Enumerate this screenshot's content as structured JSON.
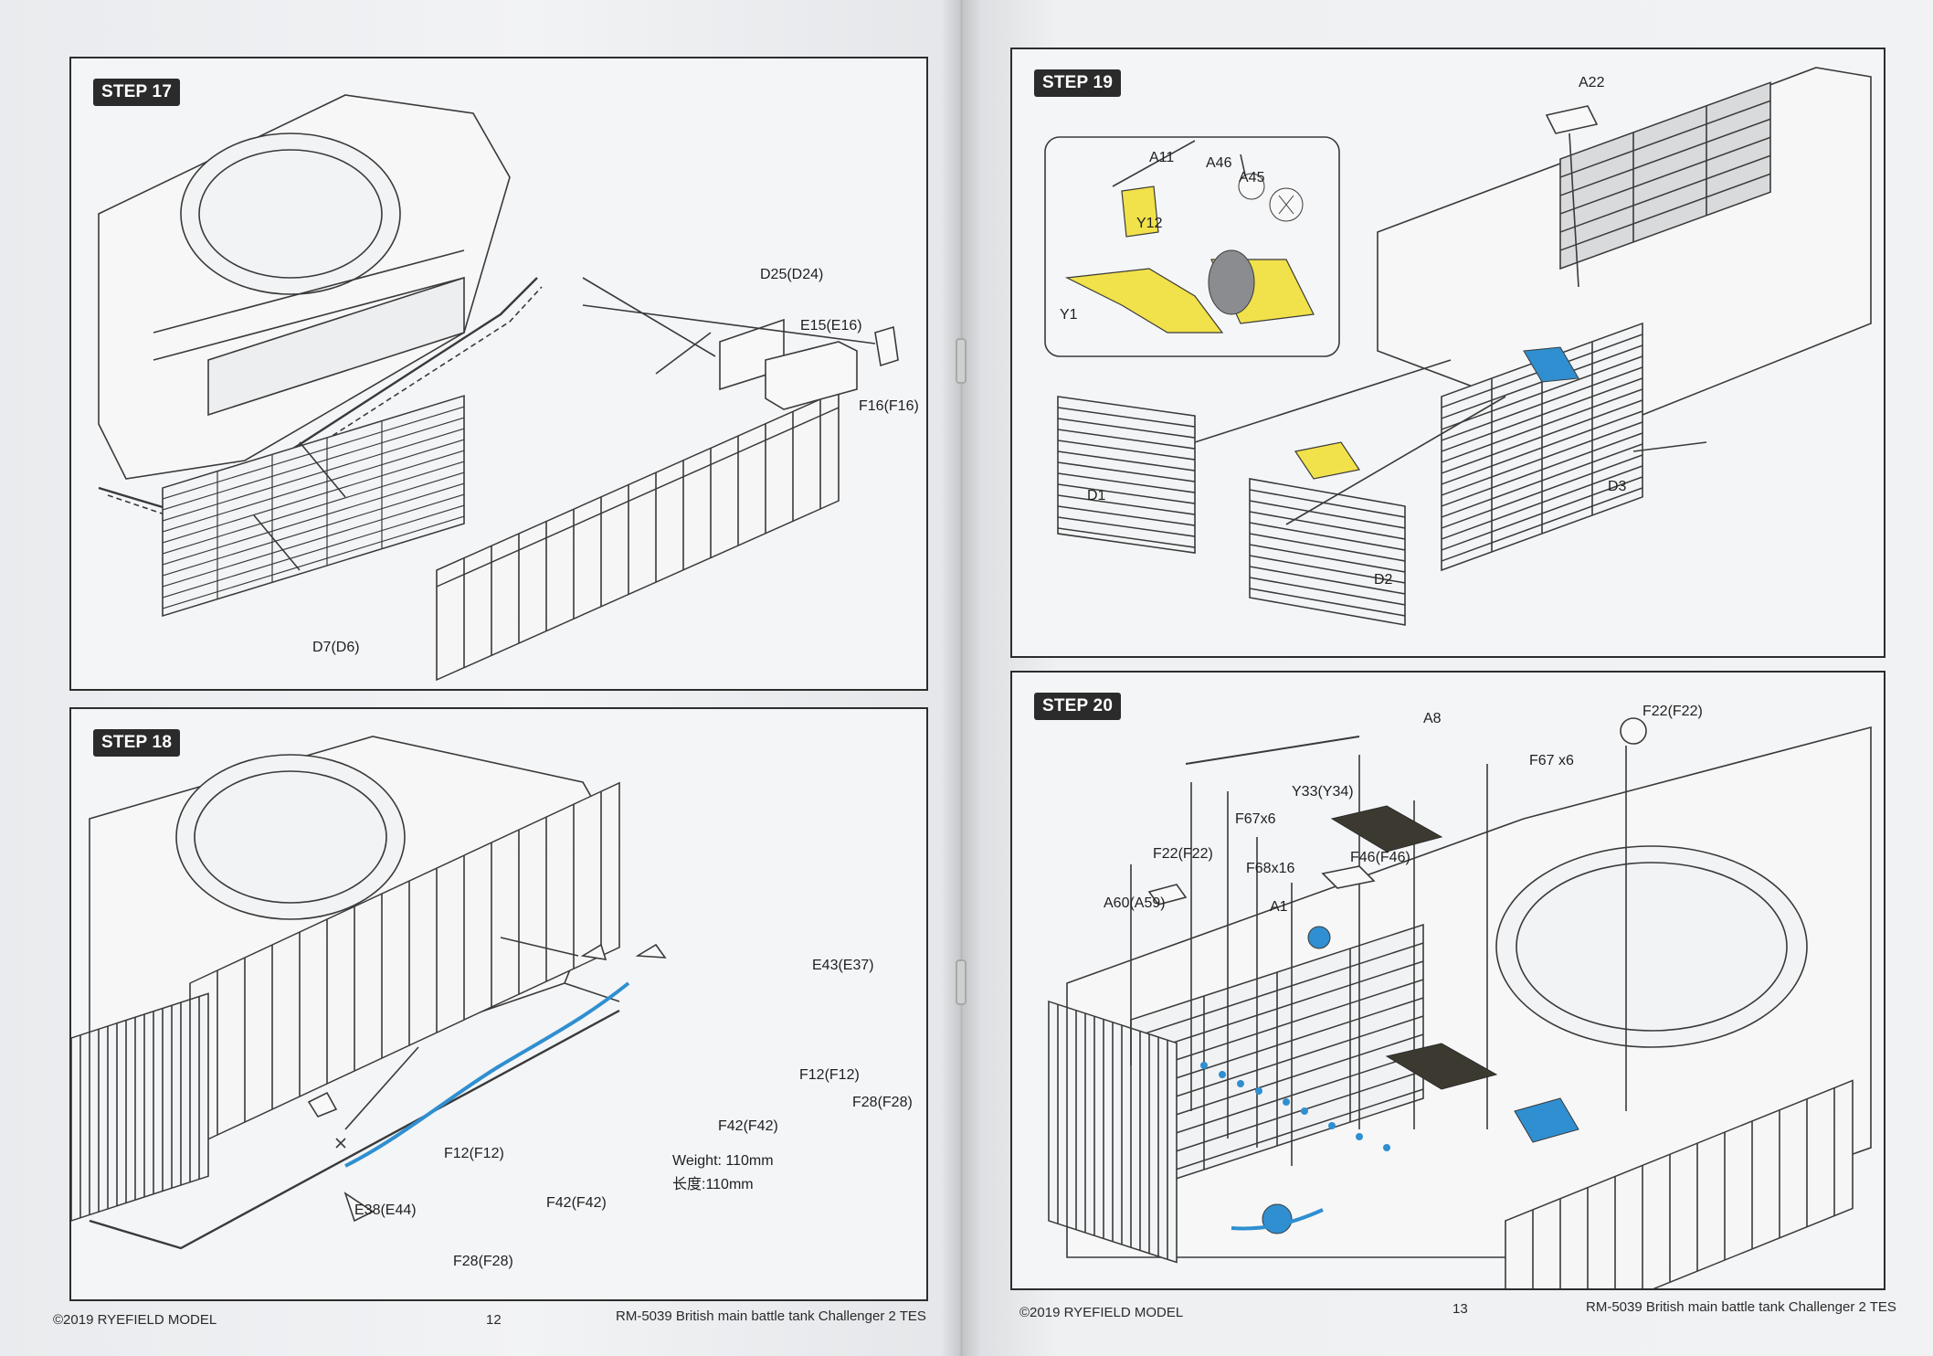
{
  "footer_left": {
    "copyright": "©2019 RYEFIELD MODEL",
    "page_number": "12",
    "title": "RM-5039 British main battle tank Challenger 2 TES"
  },
  "footer_right": {
    "copyright": "©2019 RYEFIELD MODEL",
    "page_number": "13",
    "title": "RM-5039 British main battle tank Challenger 2 TES"
  },
  "step17": {
    "badge": "STEP 17",
    "labels": {
      "d25": "D25(D24)",
      "e15": "E15(E16)",
      "f16": "F16(F16)",
      "d7": "D7(D6)"
    }
  },
  "step18": {
    "badge": "STEP 18",
    "labels": {
      "e43": "E43(E37)",
      "f12_right": "F12(F12)",
      "f28_right": "F28(F28)",
      "f42_right": "F42(F42)",
      "weight": "Weight: 110mm",
      "length": "长度:110mm",
      "f12_left": "F12(F12)",
      "f42_left": "F42(F42)",
      "e38": "E38(E44)",
      "f28_left": "F28(F28)"
    }
  },
  "step19": {
    "badge": "STEP 19",
    "labels": {
      "a22": "A22",
      "a11": "A11",
      "a46": "A46",
      "a45": "A45",
      "y12": "Y12",
      "y1": "Y1",
      "d1": "D1",
      "d2": "D2",
      "d3": "D3"
    }
  },
  "step20": {
    "badge": "STEP 20",
    "labels": {
      "a8": "A8",
      "f22_top": "F22(F22)",
      "f67_right": "F67 x6",
      "y33": "Y33(Y34)",
      "f67_left": "F67x6",
      "f22_left": "F22(F22)",
      "f68": "F68x16",
      "f46": "F46(F46)",
      "a1": "A1",
      "a60": "A60(A59)"
    }
  },
  "colors": {
    "line": "#3a3a3a",
    "yellow": "#f1e14a",
    "blue": "#2f8fd0",
    "dark_grill": "#3c3a30"
  }
}
